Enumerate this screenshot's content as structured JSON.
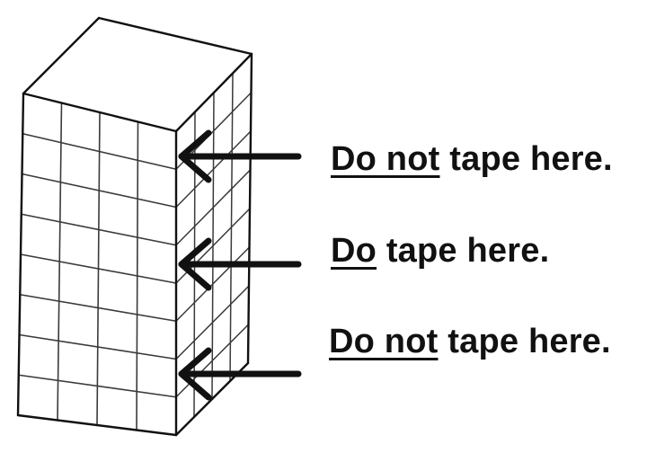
{
  "labels": [
    {
      "emphasis": "Do not",
      "rest": " tape here."
    },
    {
      "emphasis": "Do",
      "rest": " tape here."
    },
    {
      "emphasis": "Do not",
      "rest": " tape here."
    }
  ],
  "grid": {
    "front_columns": 4,
    "front_rows": 8,
    "side_columns": 4,
    "side_rows": 8
  },
  "colors": {
    "ink": "#111111",
    "grid_line": "#3a3a3a",
    "background": "#ffffff"
  }
}
